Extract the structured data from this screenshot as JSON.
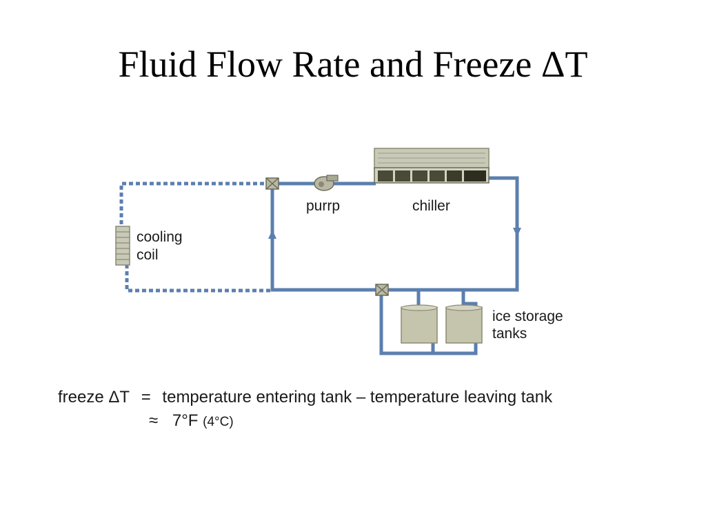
{
  "slide": {
    "title": "Fluid Flow Rate and Freeze ΔT"
  },
  "diagram": {
    "labels": {
      "pump": "purrp",
      "chiller": "chiller",
      "cooling_coil_line1": "cooling",
      "cooling_coil_line2": "coil",
      "ice_storage_line1": "ice storage",
      "ice_storage_line2": "tanks"
    },
    "colors": {
      "pipe": "#5b7fae",
      "dotted_pipe": "#5b7fae",
      "tank_fill": "#c5c4ad",
      "tank_stroke": "#8a8a72",
      "chiller_top": "#c9c9b8",
      "chiller_bottom": "#4a4a36"
    }
  },
  "formula": {
    "lhs": "freeze ΔT",
    "equals": "=",
    "rhs": "temperature entering tank – temperature leaving tank",
    "approx": "≈",
    "value_f": "7°F",
    "value_c": "(4°C)"
  }
}
